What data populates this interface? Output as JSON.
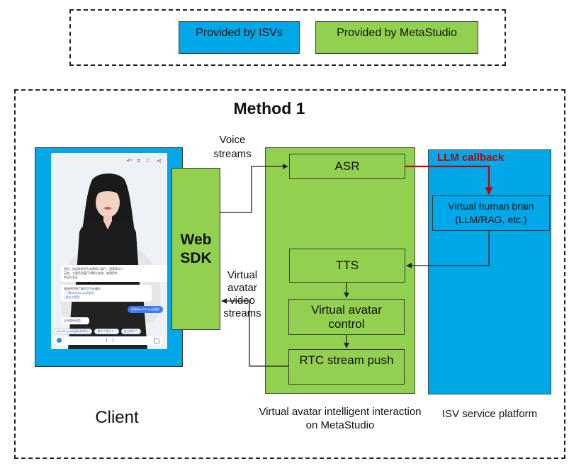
{
  "legend": {
    "isv_label": "Provided by ISVs",
    "metastudio_label": "Provided by MetaStudio"
  },
  "method": {
    "title": "Method 1"
  },
  "client": {
    "label": "Client",
    "web_sdk": "Web SDK",
    "phone": {
      "top_icons": [
        "↶",
        "≡",
        "⚐",
        "⋖"
      ],
      "chat_lines": [
        "您好，欢迎来到华为云数智人展厅，我是数字人",
        "云笙，主要负责展厅讲解与咨询，感谢您的",
        "到访与关注",
        "请选择您想了解的华为云服务",
        "• 了解MetaStudio云服务",
        "• 盘古大模型"
      ],
      "chat_button": "咨询MetaStudio云服务",
      "input_hint": "正在聆听语音……",
      "chips": [
        "MetaStudio的服务有哪些?",
        "数字人是什么?",
        "盘古数字人"
      ]
    }
  },
  "flows": {
    "voice_streams": "Voice streams",
    "video_streams": "Virtual avatar video streams",
    "llm_callback": "LLM callback"
  },
  "metastudio": {
    "asr": "ASR",
    "tts": "TTS",
    "avatar_control": "Virtual avatar control",
    "rtc_push": "RTC stream push",
    "caption": "Virtual avatar intelligent interaction on MetaStudio"
  },
  "isv_platform": {
    "brain": "Virtual human brain (LLM/RAG, etc.)",
    "caption": "ISV service platform"
  },
  "colors": {
    "isv_blue": "#00a8e8",
    "metastudio_green": "#92d050",
    "callback_red": "#c00000",
    "phone_screen": "#eef1f6"
  }
}
